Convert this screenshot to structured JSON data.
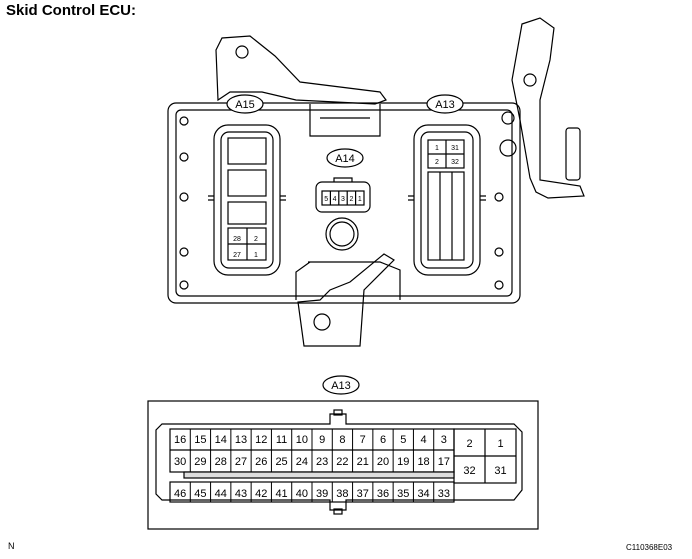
{
  "title": "Skid Control ECU:",
  "corner_mark": "N",
  "figure_code": "C110368E03",
  "connectors": {
    "a15": {
      "label": "A15",
      "visible_pins": [
        "28",
        "27",
        "2",
        "1"
      ]
    },
    "a14": {
      "label": "A14",
      "pins": [
        "5",
        "4",
        "3",
        "2",
        "1"
      ]
    },
    "a13": {
      "label": "A13",
      "visible_pins": [
        "1",
        "31",
        "2",
        "32"
      ]
    }
  },
  "a13_detail": {
    "label": "A13",
    "top_row": [
      "16",
      "15",
      "14",
      "13",
      "12",
      "11",
      "10",
      "9",
      "8",
      "7",
      "6",
      "5",
      "4",
      "3"
    ],
    "middle_row": [
      "30",
      "29",
      "28",
      "27",
      "26",
      "25",
      "24",
      "23",
      "22",
      "21",
      "20",
      "19",
      "18",
      "17"
    ],
    "bottom_row": [
      "46",
      "45",
      "44",
      "43",
      "42",
      "41",
      "40",
      "39",
      "38",
      "37",
      "36",
      "35",
      "34",
      "33"
    ],
    "big_pins_top": [
      "2",
      "1"
    ],
    "big_pins_bottom": [
      "32",
      "31"
    ]
  }
}
